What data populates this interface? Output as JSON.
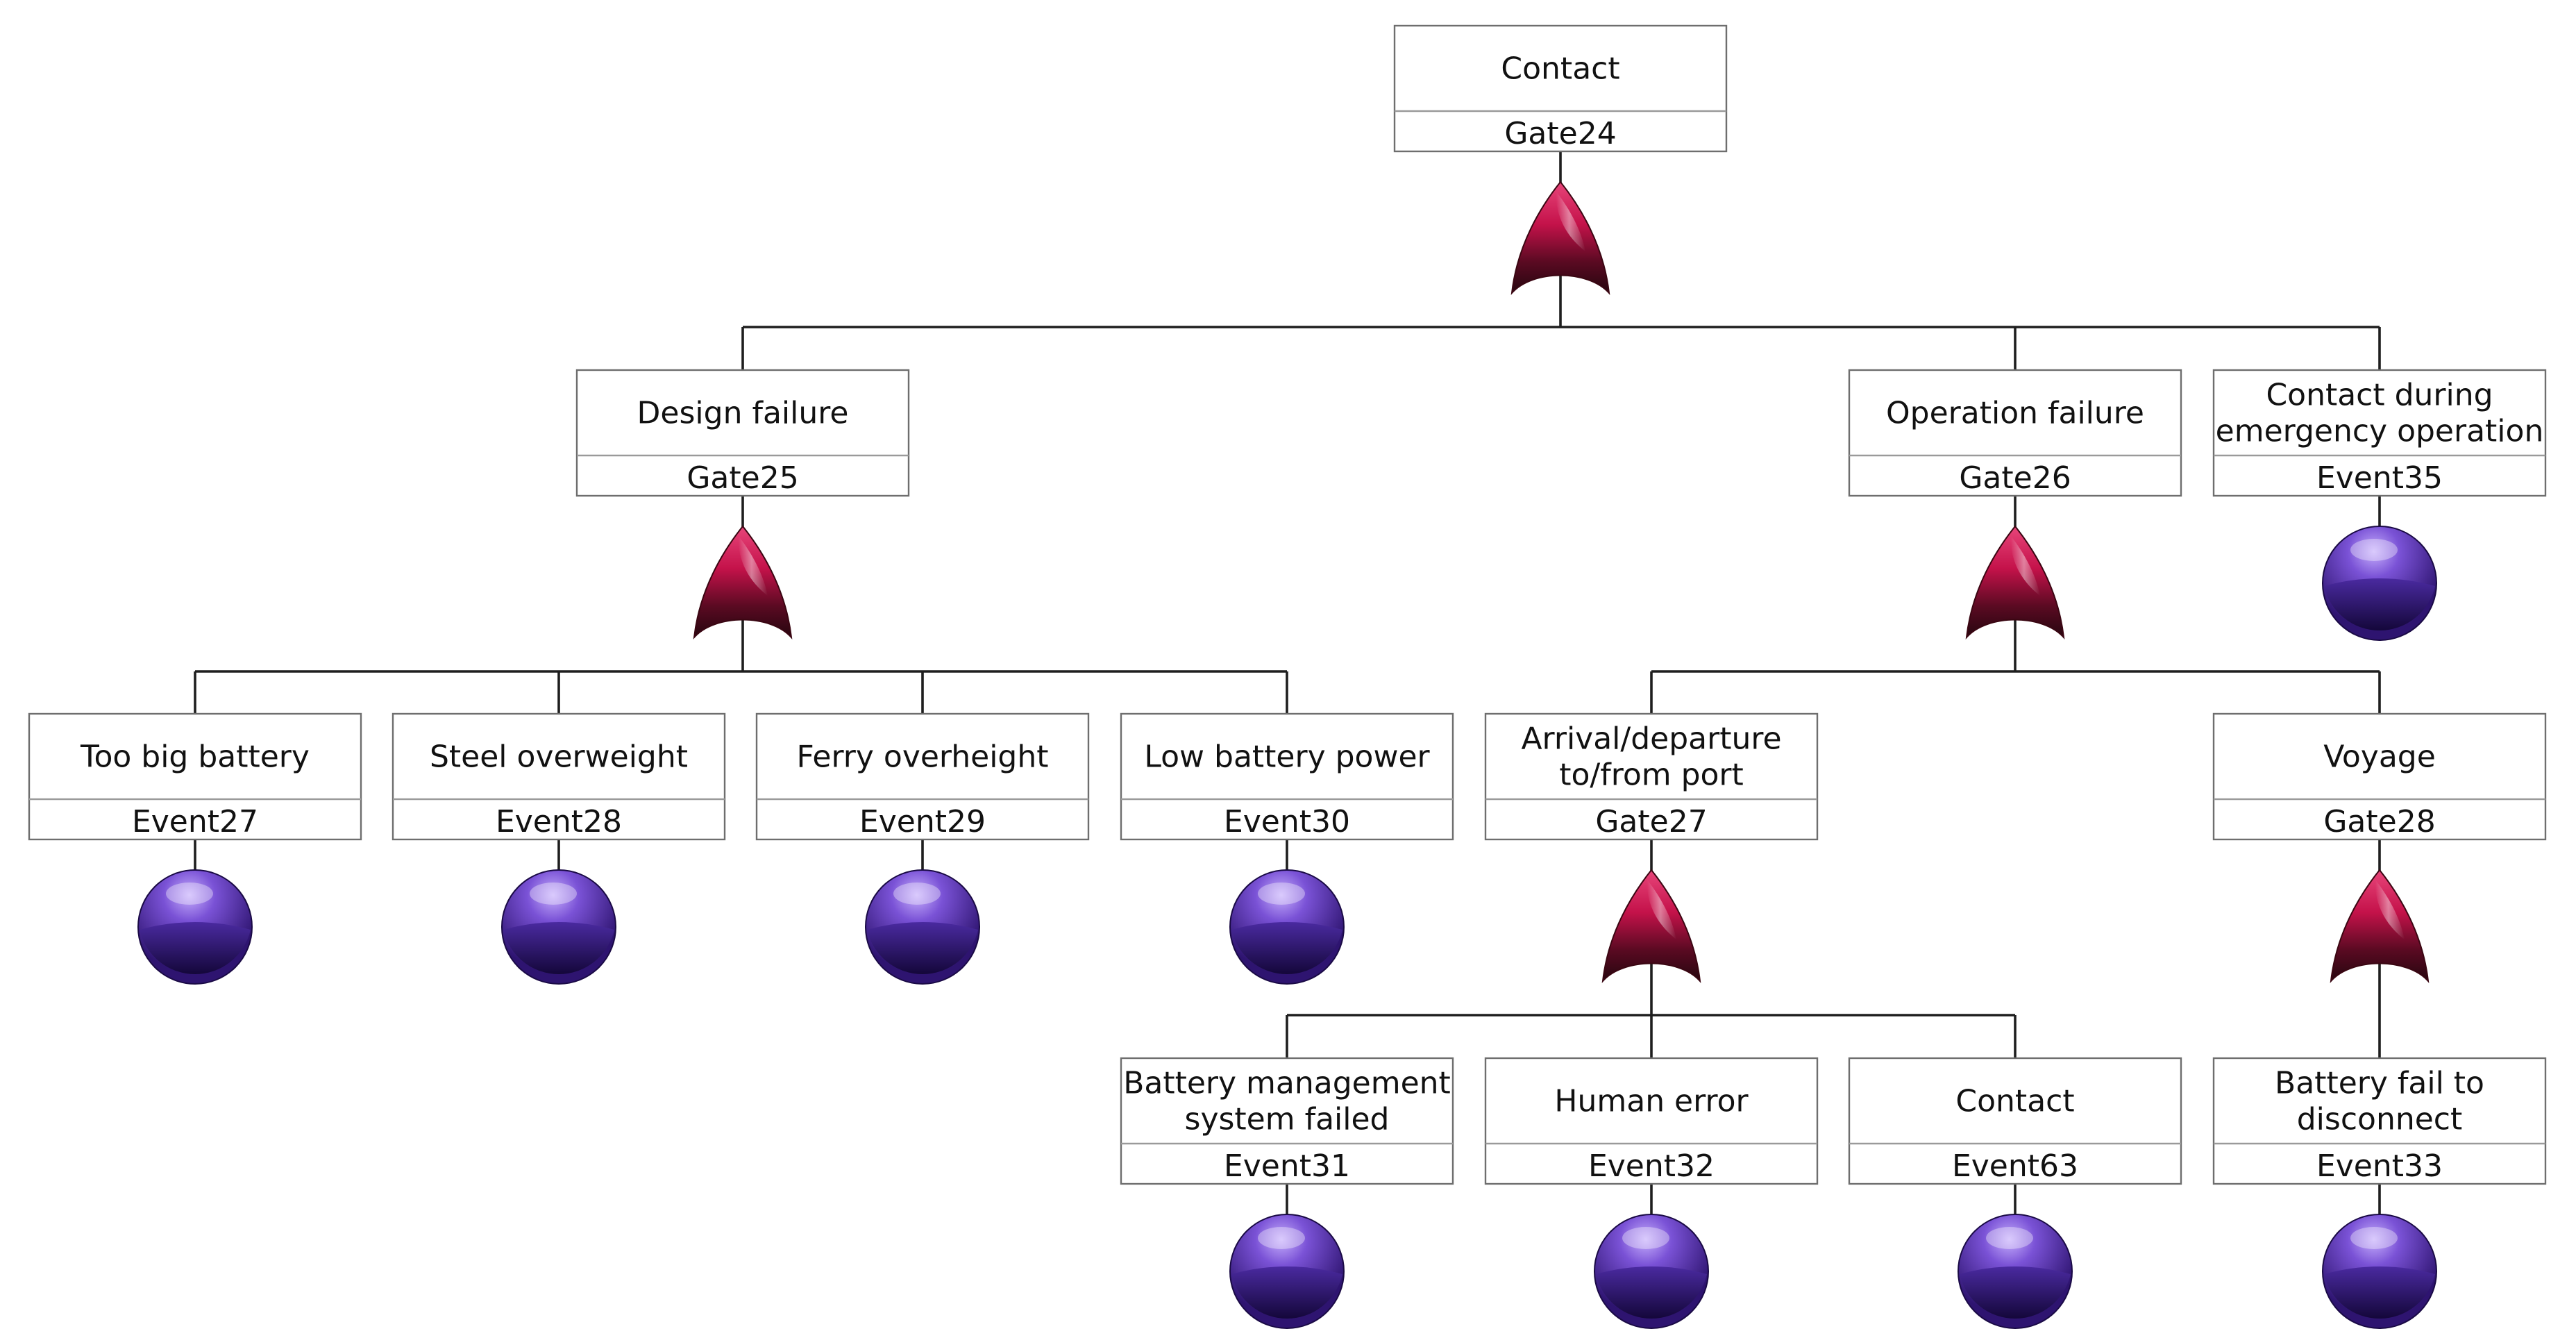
{
  "colors": {
    "or_gate": "#c4124a",
    "basic_event": "#4a2aa0",
    "connector": "#1e1e1e",
    "box_border": "#6e6e6e"
  },
  "nodes": [
    {
      "id": "gate24",
      "label": [
        "Contact"
      ],
      "code": "Gate24",
      "symbol": "or-gate",
      "parent": null
    },
    {
      "id": "gate25",
      "label": [
        "Design failure"
      ],
      "code": "Gate25",
      "symbol": "or-gate",
      "parent": "gate24"
    },
    {
      "id": "gate26",
      "label": [
        "Operation failure"
      ],
      "code": "Gate26",
      "symbol": "or-gate",
      "parent": "gate24"
    },
    {
      "id": "event35",
      "label": [
        "Contact during",
        "emergency operation"
      ],
      "code": "Event35",
      "symbol": "basic-event",
      "parent": "gate24"
    },
    {
      "id": "event27",
      "label": [
        "Too big battery"
      ],
      "code": "Event27",
      "symbol": "basic-event",
      "parent": "gate25"
    },
    {
      "id": "event28",
      "label": [
        "Steel overweight"
      ],
      "code": "Event28",
      "symbol": "basic-event",
      "parent": "gate25"
    },
    {
      "id": "event29",
      "label": [
        "Ferry overheight"
      ],
      "code": "Event29",
      "symbol": "basic-event",
      "parent": "gate25"
    },
    {
      "id": "event30",
      "label": [
        "Low battery power"
      ],
      "code": "Event30",
      "symbol": "basic-event",
      "parent": "gate25"
    },
    {
      "id": "gate27",
      "label": [
        "Arrival/departure",
        "to/from port"
      ],
      "code": "Gate27",
      "symbol": "or-gate",
      "parent": "gate26"
    },
    {
      "id": "gate28",
      "label": [
        "Voyage"
      ],
      "code": "Gate28",
      "symbol": "or-gate",
      "parent": "gate26"
    },
    {
      "id": "event31",
      "label": [
        "Battery management",
        "system failed"
      ],
      "code": "Event31",
      "symbol": "basic-event",
      "parent": "gate27"
    },
    {
      "id": "event32",
      "label": [
        "Human error"
      ],
      "code": "Event32",
      "symbol": "basic-event",
      "parent": "gate27"
    },
    {
      "id": "event63",
      "label": [
        "Contact"
      ],
      "code": "Event63",
      "symbol": "basic-event",
      "parent": "gate27"
    },
    {
      "id": "event33",
      "label": [
        "Battery fail to",
        "disconnect"
      ],
      "code": "Event33",
      "symbol": "basic-event",
      "parent": "gate28"
    }
  ]
}
